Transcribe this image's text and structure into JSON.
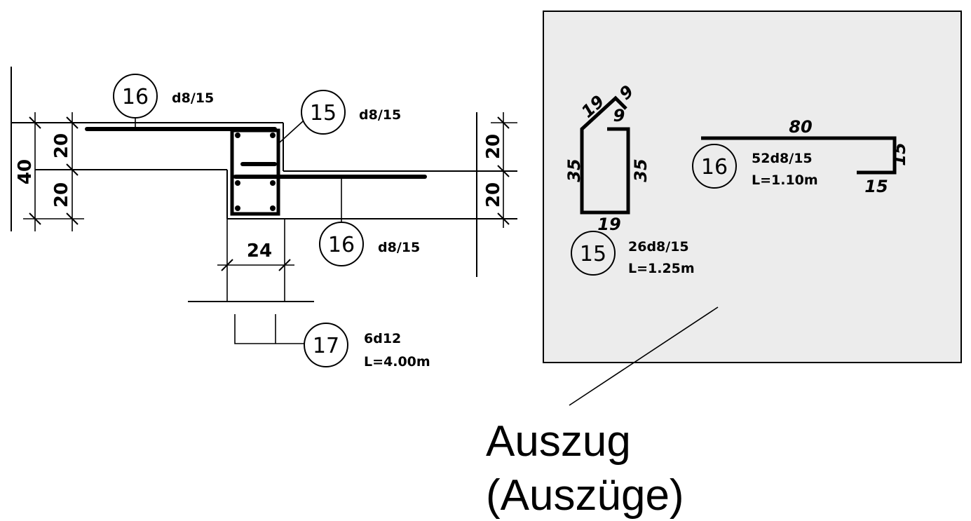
{
  "section": {
    "dims": {
      "left_total": "40",
      "left_top": "20",
      "left_bottom": "20",
      "right_top": "20",
      "right_bottom": "20",
      "width": "24"
    },
    "callouts": [
      {
        "pos": "16",
        "spec": "d8/15"
      },
      {
        "pos": "15",
        "spec": "d8/15"
      },
      {
        "pos": "16",
        "spec": "d8/15"
      },
      {
        "pos": "17",
        "spec": "6d12",
        "length": "L=4.00m"
      }
    ]
  },
  "extract": {
    "shape15": {
      "pos": "15",
      "spec": "26d8/15",
      "length": "L=1.25m",
      "dims": [
        "19",
        "9",
        "35"
      ]
    },
    "shape16": {
      "pos": "16",
      "spec": "52d8/15",
      "length": "L=1.10m",
      "dims": [
        "80",
        "15"
      ]
    }
  },
  "caption": {
    "title": "Auszug",
    "subtitle": "(Auszüge)"
  }
}
